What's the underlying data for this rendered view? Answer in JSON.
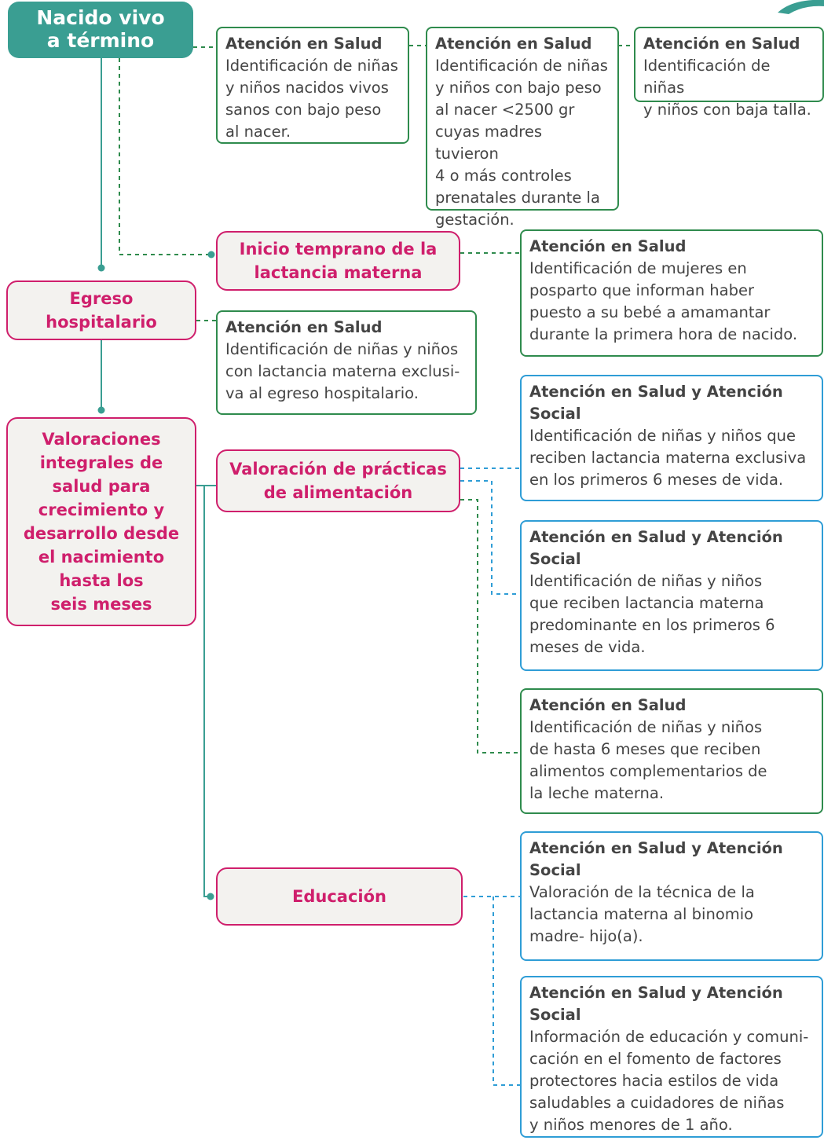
{
  "colors": {
    "teal": "#3a9e92",
    "magenta": "#cf1f6c",
    "green_border": "#2f8b4d",
    "blue_border": "#2f9dd6",
    "stage_bg": "#f3f2ef"
  },
  "root": {
    "label": "Nacido vivo\na término"
  },
  "stages": {
    "egreso": "Egreso\nhospitalario",
    "valoraciones": "Valoraciones\nintegrales de\nsalud para\ncrecimiento y\ndesarrollo desde\nel nacimiento\nhasta los\nseis meses",
    "inicio": "Inicio temprano de la\nlactancia materna",
    "practicas": "Valoración de prácticas\nde alimentación",
    "educacion": "Educación"
  },
  "cards": {
    "bajo_peso": {
      "title": "Atención en Salud",
      "text": "Identificación de niñas\ny niños nacidos vivos\nsanos con bajo peso\nal nacer."
    },
    "controles": {
      "title": "Atención en Salud",
      "text": "Identificación de niñas\ny niños con bajo peso\nal nacer <2500 gr\ncuyas madres tuvieron\n4 o más controles\nprenatales durante la\ngestación."
    },
    "baja_talla": {
      "title": "Atención en Salud",
      "text": "Identificación de niñas\ny niños con baja talla."
    },
    "primera_hora": {
      "title": "Atención en Salud",
      "text": "Identificación de mujeres en\nposparto que informan haber\npuesto a su bebé a amamantar\ndurante la primera hora de nacido."
    },
    "egreso_exclusiva": {
      "title": "Atención en Salud",
      "text": "Identificación de niñas y niños\ncon lactancia materna exclusi-\nva al egreso hospitalario."
    },
    "exclusiva_6m": {
      "title": "Atención en Salud y Atención\nSocial",
      "text": "Identificación de niñas y niños que\nreciben lactancia materna exclusiva\nen los primeros 6 meses de vida."
    },
    "predominante": {
      "title": "Atención en Salud y Atención\nSocial",
      "text": "Identificación de niñas y niños\nque reciben lactancia materna\npredominante en los primeros 6\nmeses de vida."
    },
    "complementarios": {
      "title": "Atención en Salud",
      "text": "Identificación de niñas y niños\nde hasta 6 meses que reciben\nalimentos complementarios de\nla leche materna."
    },
    "tecnica": {
      "title": "Atención en Salud y Atención\nSocial",
      "text": "Valoración de la técnica de la\nlactancia materna al binomio\nmadre- hijo(a)."
    },
    "comunicacion": {
      "title": "Atención en Salud y Atención\nSocial",
      "text": "Información de educación y comuni-\ncación en el fomento de factores\nprotectores hacia estilos de vida\nsaludables a cuidadores de niñas\ny niños menores de 1 año."
    }
  }
}
